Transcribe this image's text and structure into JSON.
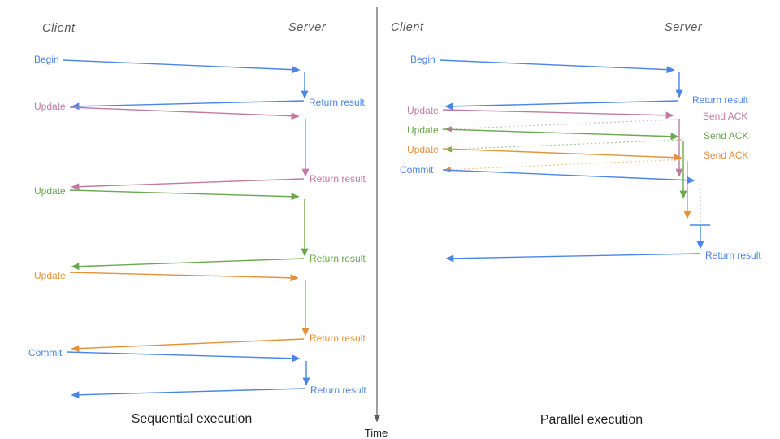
{
  "diagram": {
    "time_axis_label": "Time",
    "colors": {
      "blue": "#4a86e8",
      "magenta": "#c27ba0",
      "green": "#6aa84f",
      "orange": "#e69138",
      "axis_gray": "#5f5f5f",
      "header_gray": "#595959",
      "title_black": "#1f1f1f",
      "dotted_blue": "#a7c3f3",
      "dotted_magenta": "#dcb6c9",
      "dotted_green": "#aacb97",
      "dotted_orange": "#f3c694"
    },
    "panels": {
      "left": {
        "title": "Sequential execution",
        "client_label": "Client",
        "server_label": "Server",
        "messages": [
          {
            "label": "Begin",
            "color": "#4a86e8",
            "response": "Return result"
          },
          {
            "label": "Update",
            "color": "#c27ba0",
            "response": "Return result"
          },
          {
            "label": "Update",
            "color": "#6aa84f",
            "response": "Return result"
          },
          {
            "label": "Update",
            "color": "#e69138",
            "response": "Return result"
          },
          {
            "label": "Commit",
            "color": "#4a86e8",
            "response": "Return result"
          }
        ]
      },
      "right": {
        "title": "Parallel execution",
        "client_label": "Client",
        "server_label": "Server",
        "messages": [
          {
            "label": "Begin",
            "color": "#4a86e8",
            "response": "Return result"
          },
          {
            "label": "Update",
            "color": "#c27ba0",
            "response": "Send ACK"
          },
          {
            "label": "Update",
            "color": "#6aa84f",
            "response": "Send ACK"
          },
          {
            "label": "Update",
            "color": "#e69138",
            "response": "Send ACK"
          },
          {
            "label": "Commit",
            "color": "#4a86e8",
            "response": "Return result"
          }
        ]
      }
    }
  }
}
